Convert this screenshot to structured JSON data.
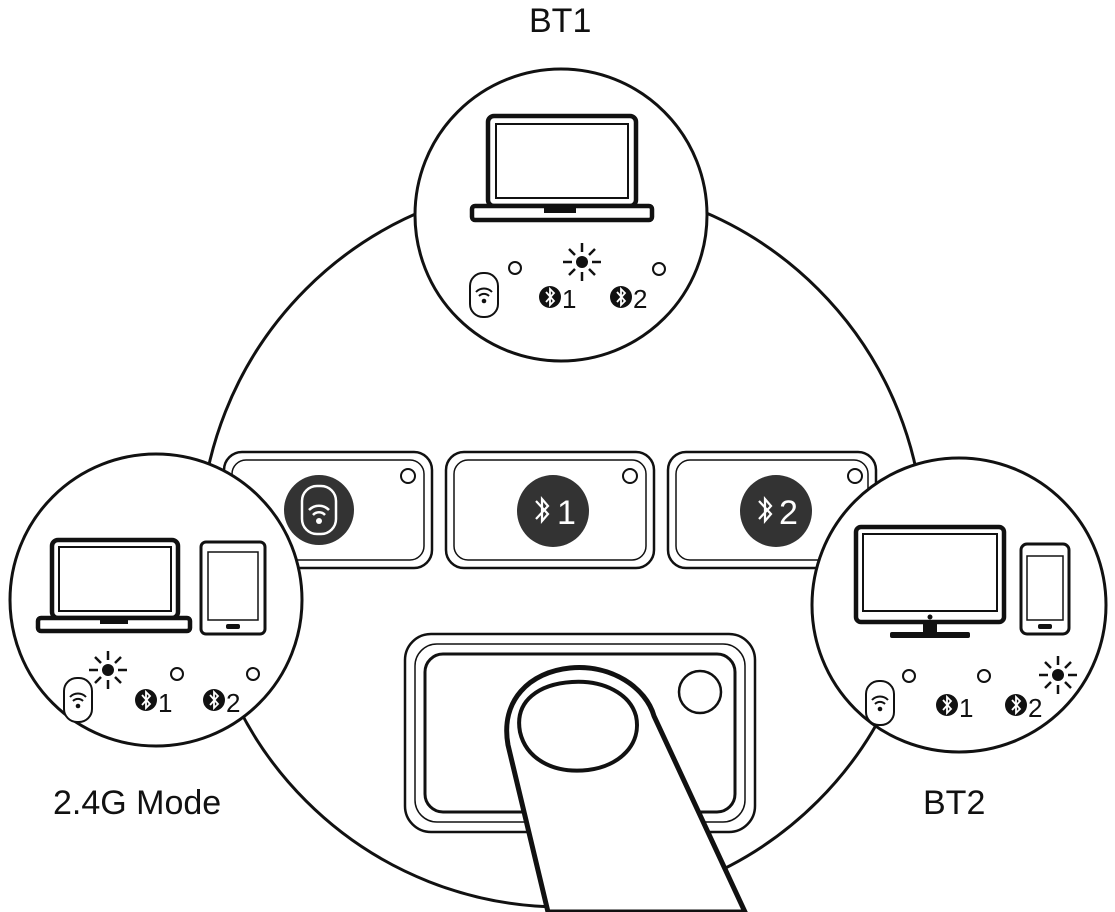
{
  "modes": {
    "bt1": {
      "label": "BT1"
    },
    "dongle": {
      "label": "2.4G Mode"
    },
    "bt2": {
      "label": "BT2"
    }
  },
  "buttons": {
    "one_label": "1",
    "two_label": "2"
  },
  "indicators": {
    "one": "1",
    "two": "2"
  },
  "colors": {
    "stroke": "#111111",
    "fill_dark": "#333333",
    "background": "#ffffff"
  },
  "icons": [
    "laptop-icon",
    "tablet-icon",
    "monitor-icon",
    "phone-icon",
    "wireless-dongle-icon",
    "bluetooth-icon",
    "led-light-icon",
    "finger-icon"
  ]
}
